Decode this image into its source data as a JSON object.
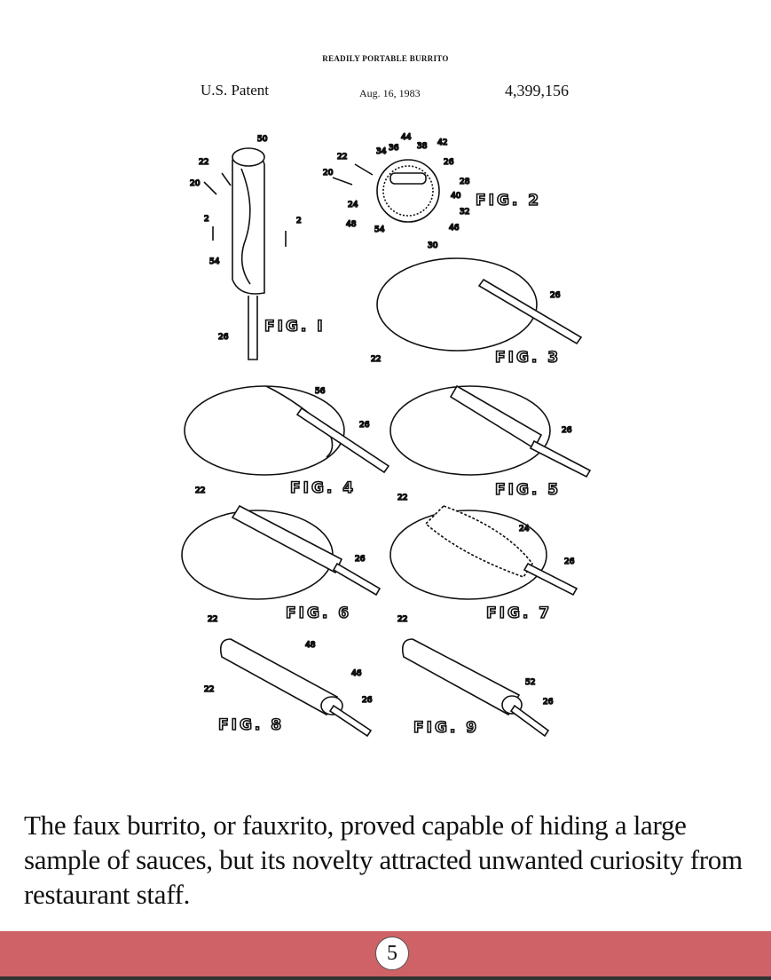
{
  "patent": {
    "title": "READILY PORTABLE BURRITO",
    "label": "U.S. Patent",
    "date": "Aug. 16, 1983",
    "number": "4,399,156"
  },
  "figures": {
    "fig1": "FIG. I",
    "fig2": "FIG. 2",
    "fig3": "FIG. 3",
    "fig4": "FIG. 4",
    "fig5": "FIG. 5",
    "fig6": "FIG. 6",
    "fig7": "FIG. 7",
    "fig8": "FIG. 8",
    "fig9": "FIG. 9"
  },
  "refs": {
    "r50": "50",
    "r22": "22",
    "r20": "20",
    "r2": "2",
    "r54": "54",
    "r26": "26",
    "r44": "44",
    "r34": "34",
    "r36": "36",
    "r38": "38",
    "r42": "42",
    "r28": "28",
    "r40": "40",
    "r32": "32",
    "r24": "24",
    "r48": "48",
    "r46": "46",
    "r30": "30",
    "r56": "56",
    "r52": "52"
  },
  "caption": "The faux burrito, or fauxrito, proved capable of hiding a large sample of sauces, but its novelty attracted unwanted curiosity from restaurant staff.",
  "page_number": "5",
  "colors": {
    "footer": "#cf6266"
  }
}
